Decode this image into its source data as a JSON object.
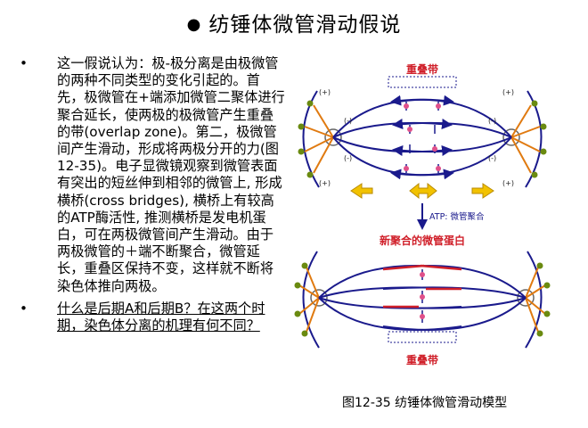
{
  "slide": {
    "title": "纺锤体微管滑动假说",
    "title_marker": "●",
    "bullet_marker": "•",
    "bullets": [
      "这一假说认为：极-极分离是由极微管的两种不同类型的变化引起的。首先，极微管在+端添加微管二聚体进行聚合延长，使两极的极微管产生重叠的带(overlap zone)。第二，极微管间产生滑动，形成将两极分开的力(图12-35)。电子显微镜观察到微管表面有突出的短丝伸到相邻的微管上, 形成横桥(cross bridges), 横桥上有较高的ATP酶活性, 推测横桥是发电机蛋白，可在两极微管间产生滑动。由于两极微管的＋端不断聚合，微管延长，重叠区保持不变，这样就不断将染色体推向两极。",
      "什么是后期A和后期B？在这两个时期，染色体分离的机理有何不同？"
    ],
    "figure": {
      "label_overlap_top": "重叠带",
      "label_atp": "ATP: 微管聚合",
      "label_new_protein": "新聚合的微管蛋白",
      "label_overlap_bottom": "重叠带",
      "plus": "(+)",
      "minus": "(-)",
      "colors": {
        "red_label": "#d0202a",
        "microtubule": "#1a1a8c",
        "astral": "#e07a10",
        "arrow_fill": "#f2c200",
        "pink_bead": "#e0508a",
        "green_bead": "#6a8a10"
      }
    },
    "caption": "图12-35 纺锤体微管滑动模型"
  }
}
